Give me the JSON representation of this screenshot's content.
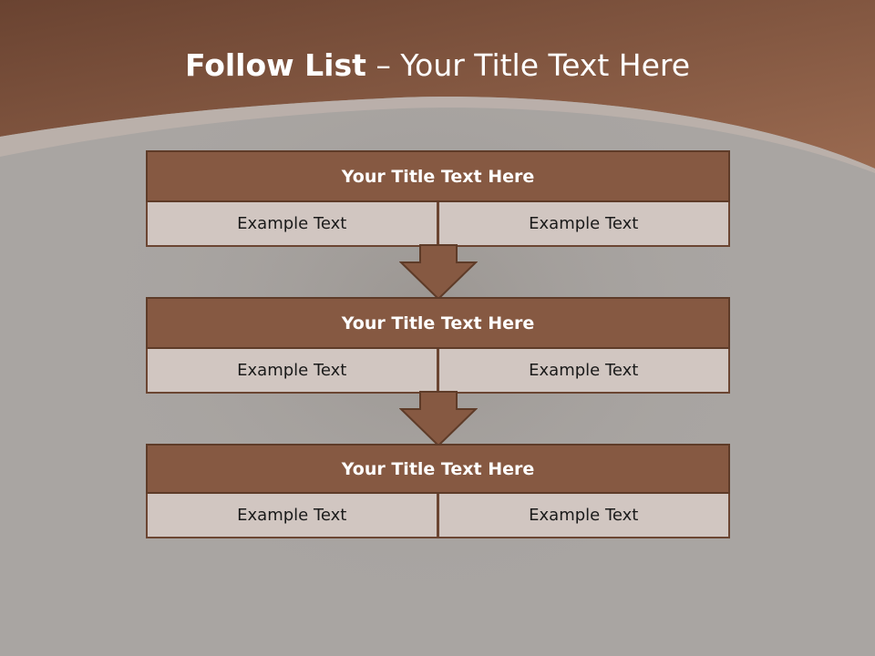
{
  "title": {
    "bold": "Follow List",
    "rest": " – Your Title Text Here"
  },
  "blocks": [
    {
      "title": "Your Title Text Here",
      "left": "Example Text",
      "right": "Example Text"
    },
    {
      "title": "Your Title Text Here",
      "left": "Example Text",
      "right": "Example Text"
    },
    {
      "title": "Your Title Text Here",
      "left": "Example Text",
      "right": "Example Text"
    }
  ],
  "colors": {
    "header_brown": "#6b4332",
    "block_fill": "#865942",
    "cell_fill": "#d1c6c1",
    "background": "#a8a4a1"
  }
}
